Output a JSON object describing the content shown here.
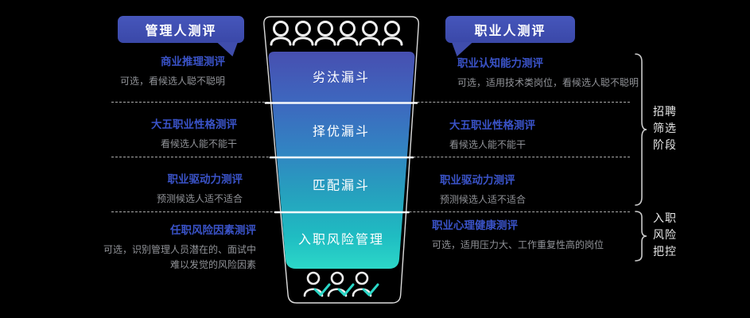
{
  "badges": {
    "left": "管理人测评",
    "right": "职业人测评"
  },
  "funnel": {
    "bands": [
      "劣汰漏斗",
      "择优漏斗",
      "匹配漏斗",
      "入职风险管理"
    ],
    "top_icons": {
      "name": "person-icon",
      "count": 6
    },
    "bottom_icons": {
      "name": "person-check-icon",
      "count": 3
    }
  },
  "left_column": {
    "rows": [
      {
        "title": "商业推理测评",
        "desc": "可选，看候选人聪不聪明"
      },
      {
        "title": "大五职业性格测评",
        "desc": "看候选人能不能干"
      },
      {
        "title": "职业驱动力测评",
        "desc": "预测候选人适不适合"
      },
      {
        "title": "任职风险因素测评",
        "desc": "可选，识别管理人员潜在的、面试中\n难以发觉的风险因素"
      }
    ]
  },
  "right_column": {
    "rows": [
      {
        "title": "职业认知能力测评",
        "desc": "可选，适用技术类岗位，看候选人聪不聪明"
      },
      {
        "title": "大五职业性格测评",
        "desc": "看候选人能不能干"
      },
      {
        "title": "职业驱动力测评",
        "desc": "预测候选人适不适合"
      },
      {
        "title": "职业心理健康测评",
        "desc": "可选，适用压力大、工作重复性高的岗位"
      }
    ]
  },
  "braces": {
    "top_label": "招聘\n筛选\n阶段",
    "bottom_label": "入职\n风险\n把控"
  },
  "colors": {
    "background": "#000000",
    "badge": "#3F4DAC",
    "title_blue": "#3A53C8",
    "desc_gray": "#919398",
    "funnel_top": "#474FB0",
    "funnel_mid": "#3283C2",
    "funnel_bottom": "#2CD8C8",
    "check_teal": "#2BD8C8"
  }
}
